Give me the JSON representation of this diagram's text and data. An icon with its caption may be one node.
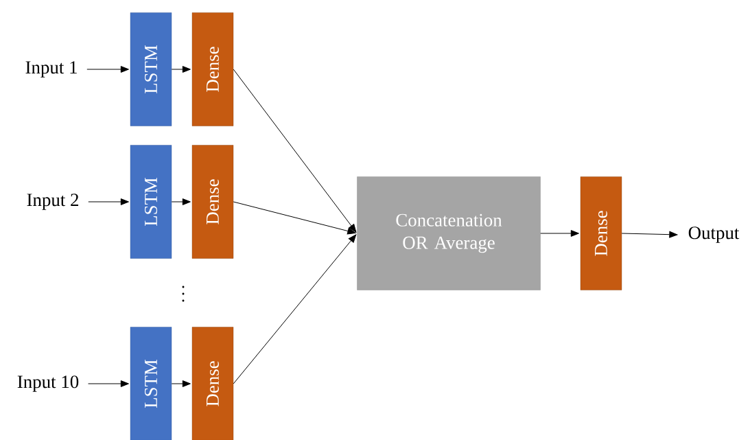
{
  "diagram": {
    "nodes": [
      {
        "text": [
          "Input 1"
        ]
      },
      {
        "text": [
          "LSTM"
        ]
      },
      {
        "text": [
          "Dense"
        ]
      },
      {
        "text": [
          "Input 2"
        ]
      },
      {
        "text": [
          "LSTM"
        ]
      },
      {
        "text": [
          "Dense"
        ]
      },
      {
        "text": [
          "Input 10"
        ]
      },
      {
        "text": [
          "LSTM"
        ]
      },
      {
        "text": [
          "Dense"
        ]
      },
      {
        "text": [
          "Concatenation OR Average"
        ]
      },
      {
        "text": [
          "Dense"
        ]
      },
      {
        "text": [
          "Output"
        ]
      }
    ],
    "edges": [
      {
        "from": 0,
        "to": 1,
        "arrow": "to"
      },
      {
        "from": 1,
        "to": 2,
        "arrow": "to"
      },
      {
        "from": 2,
        "to": 9,
        "arrow": "to"
      },
      {
        "from": 3,
        "to": 4,
        "arrow": "to"
      },
      {
        "from": 4,
        "to": 5,
        "arrow": "to"
      },
      {
        "from": 5,
        "to": 9,
        "arrow": "to"
      },
      {
        "from": 6,
        "to": 7,
        "arrow": "to"
      },
      {
        "from": 7,
        "to": 8,
        "arrow": "to"
      },
      {
        "from": 8,
        "to": 9,
        "arrow": "to"
      },
      {
        "from": 9,
        "to": 10,
        "arrow": "to"
      },
      {
        "from": 10,
        "to": 11,
        "arrow": "to"
      }
    ]
  }
}
